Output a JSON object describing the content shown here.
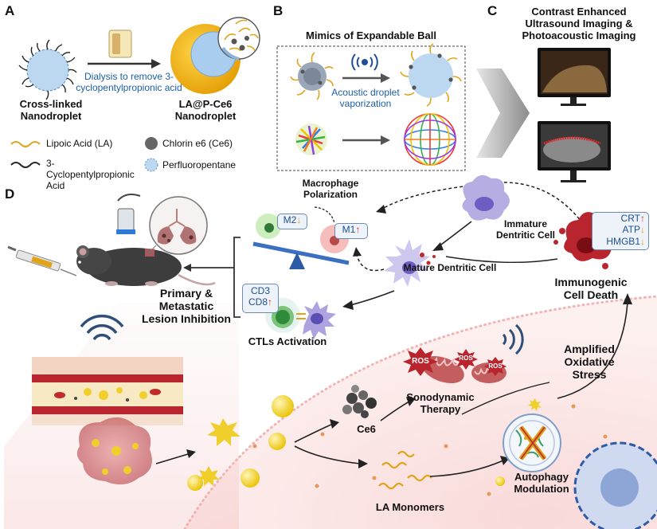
{
  "panels": {
    "a": "A",
    "b": "B",
    "c": "C",
    "d": "D"
  },
  "panel_a": {
    "dialysis_text": "Dialysis to remove 3-cyclopentylpropionic acid",
    "crosslinked_label": "Cross-linked Nanodroplet",
    "product_label": "LA@P-Ce6 Nanodroplet",
    "legend": {
      "lipoic": "Lipoic Acid (LA)",
      "cyclopentyl": "3-Cyclopentylpropionic Acid",
      "chlorin": "Chlorin e6 (Ce6)",
      "pfp": "Perfluoropentane"
    }
  },
  "panel_b": {
    "title": "Mimics of Expandable Ball",
    "adv_label": "Acoustic droplet vaporization"
  },
  "panel_c": {
    "title": "Contrast Enhanced Ultrasound Imaging & Photoacoustic Imaging"
  },
  "panel_d": {
    "macrophage": "Macrophage Polarization",
    "m2": "M2",
    "m1": "M1",
    "immature_dc": "Immature Dentritic Cell",
    "mature_dc": "Mature Dentritic Cell",
    "icd": "Immunogenic Cell Death",
    "crt": "CRT",
    "atp": "ATP",
    "hmgb1": "HMGB1",
    "cd3": "CD3",
    "cd8": "CD8",
    "ctl": "CTLs Activation",
    "lesion": "Primary & Metastatic Lesion Inhibition",
    "ros": "ROS",
    "sdt": "Sonodynamic Therapy",
    "ox_stress": "Amplified Oxidative Stress",
    "ce6": "Ce6",
    "la_monomers": "LA Monomers",
    "autophagy": "Autophagy Modulation"
  },
  "colors": {
    "droplet_blue": "#bcd8f1",
    "yellow_shell": "#f2b705",
    "ce6_gray": "#555555",
    "tumor_red": "#b8252e",
    "accent_blue": "#1d5fa8",
    "mito_red": "#b64a4a"
  }
}
